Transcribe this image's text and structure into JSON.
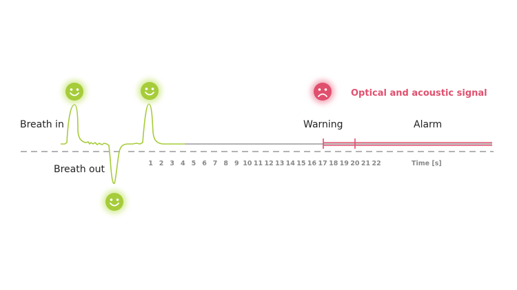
{
  "labels": {
    "breath_in": "Breath in",
    "breath_out": "Breath out",
    "warning": "Warning",
    "alarm": "Alarm",
    "signal": "Optical and acoustic signal",
    "time_axis": "Time [s]"
  },
  "ticks": [
    "1",
    "2",
    "3",
    "4",
    "5",
    "6",
    "7",
    "8",
    "9",
    "10",
    "11",
    "12",
    "13",
    "14",
    "15",
    "16",
    "17",
    "18",
    "19",
    "20",
    "21",
    "22"
  ],
  "icons": {
    "happy": "smiley-happy-icon",
    "sad": "smiley-sad-icon"
  },
  "colors": {
    "green": "#a6cc3a",
    "green_glow": "#d7ec9c",
    "red": "#e0506e",
    "red_glow": "#f3a9b8",
    "baseline": "#999999",
    "dashed": "#999999",
    "text": "#222222",
    "tick": "#888888"
  }
}
